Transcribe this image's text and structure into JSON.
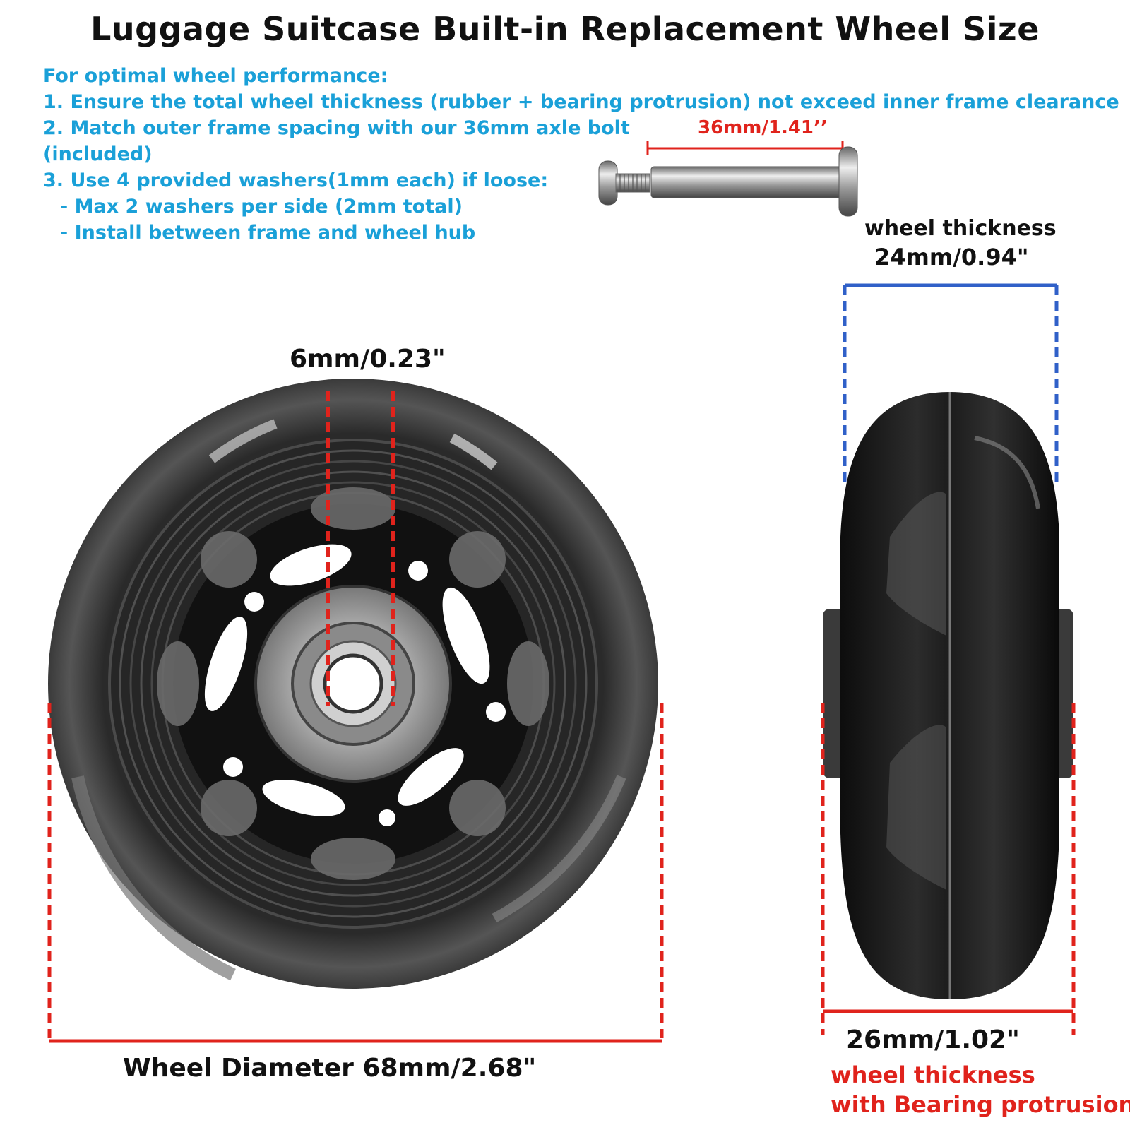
{
  "title": "Luggage Suitcase Built-in Replacement Wheel Size",
  "instructions": {
    "heading": "For optimal wheel performance:",
    "line1": "1. Ensure the total wheel thickness (rubber + bearing protrusion) not exceed inner frame clearance",
    "line2": "2. Match outer frame spacing with our 36mm axle bolt",
    "line2b": "(included)",
    "line3": "3. Use 4 provided washers(1mm each) if loose:",
    "sub1": "- Max 2 washers per side (2mm total)",
    "sub2": "- Install between frame and wheel hub"
  },
  "bolt": {
    "length_label": "36mm/1.41’’"
  },
  "dimensions": {
    "bearing_bore": "6mm/0.23\"",
    "diameter": "Wheel Diameter 68mm/2.68\"",
    "thickness_title": "wheel thickness",
    "thickness_value": "24mm/0.94\"",
    "protrusion_value": "26mm/1.02\"",
    "protrusion_title_1": "wheel thickness",
    "protrusion_title_2": "with  Bearing protrusion"
  },
  "colors": {
    "instruction_text": "#1aa0d8",
    "red_dimension": "#e0231c",
    "blue_dimension": "#3060c8",
    "wheel_dark": "#1a1a1a"
  }
}
